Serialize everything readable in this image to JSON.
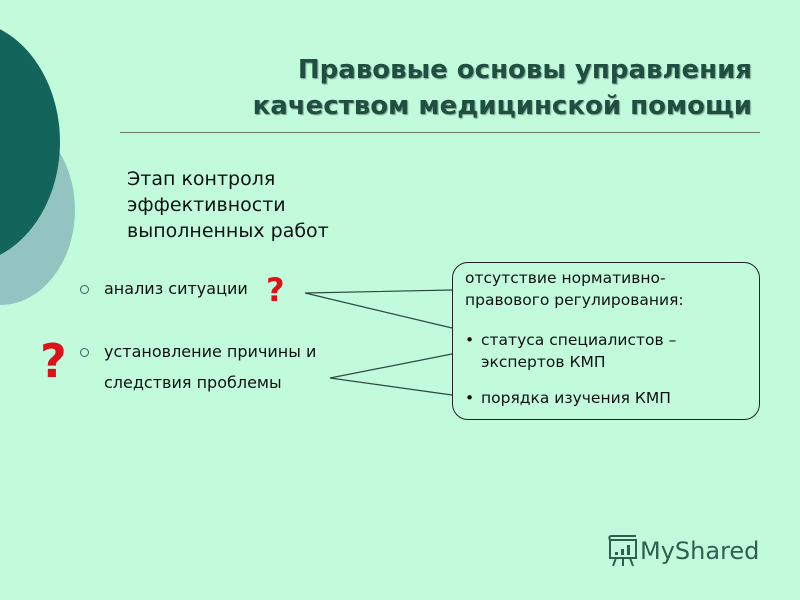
{
  "title": {
    "line1": "Правовые основы управления",
    "line2": "качеством медицинской помощи"
  },
  "stage": {
    "line1": "Этап контроля",
    "line2": "эффективности",
    "line3": "выполненных работ"
  },
  "bullets": [
    {
      "label": "анализ ситуации"
    },
    {
      "line1": "установление причины и",
      "line2": "следствия проблемы"
    }
  ],
  "question_mark": "?",
  "box": {
    "heading_line1": "отсутствие нормативно-",
    "heading_line2": "правового регулирования:",
    "items": [
      {
        "line1": "статуса специалистов –",
        "line2": "экспертов КМП"
      },
      {
        "line1": "порядка изучения КМП"
      }
    ],
    "bullet": "•"
  },
  "watermark": "MyShared",
  "colors": {
    "background": "#c1fbdc",
    "title": "#1f4f40",
    "question": "#e0101a",
    "circle_dark": "#13655c",
    "circle_light": "#93c4c2"
  }
}
